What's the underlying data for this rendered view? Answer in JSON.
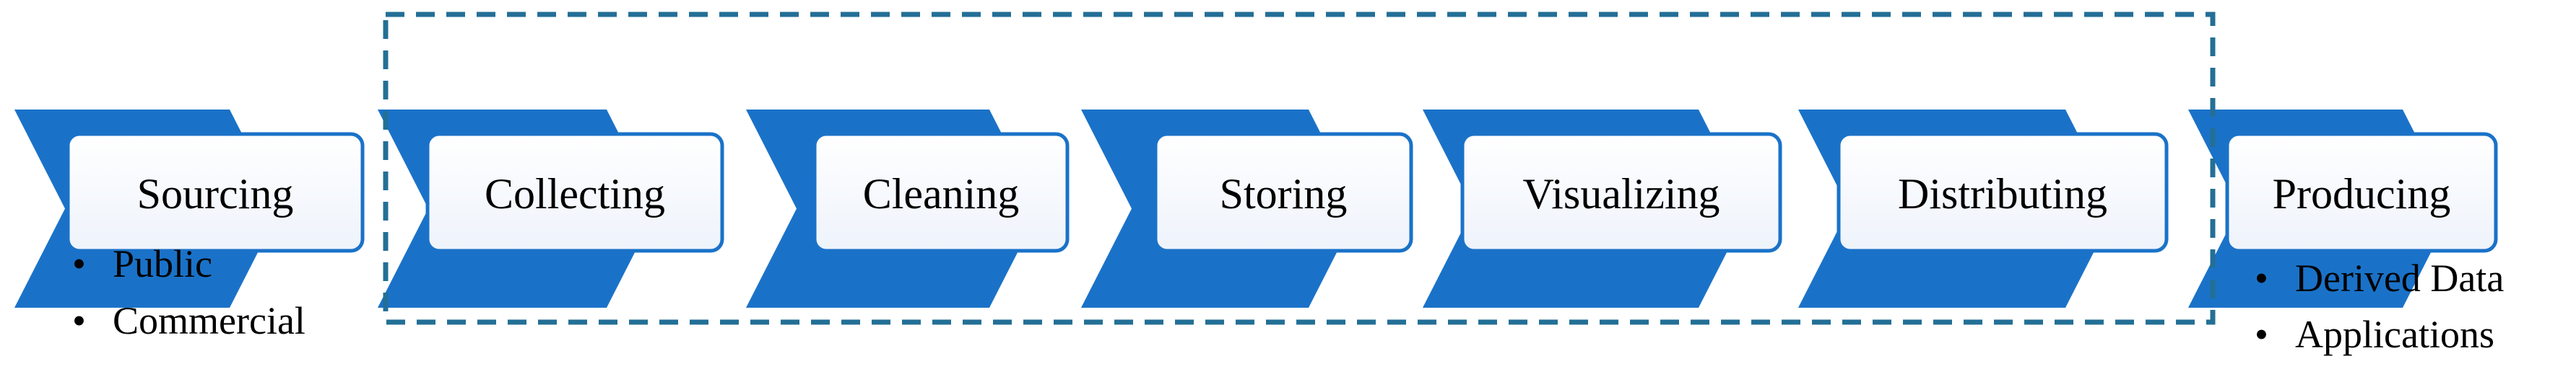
{
  "colors": {
    "chevron": "#1a72c8",
    "box_fill": "#f5f8fd",
    "box_fill_top": "#ffffff",
    "box_border": "#1a72c8",
    "pipeline_dash": "#236f96",
    "text": "#000000"
  },
  "stages": [
    {
      "label": "Sourcing",
      "bullets": [
        "Public",
        "Commercial"
      ]
    },
    {
      "label": "Collecting",
      "bullets": []
    },
    {
      "label": "Cleaning",
      "bullets": []
    },
    {
      "label": "Storing",
      "bullets": []
    },
    {
      "label": "Visualizing",
      "bullets": []
    },
    {
      "label": "Distributing",
      "bullets": []
    },
    {
      "label": "Producing",
      "bullets": [
        "Derived Data",
        "Applications"
      ]
    }
  ],
  "bullet_glyph": "•"
}
